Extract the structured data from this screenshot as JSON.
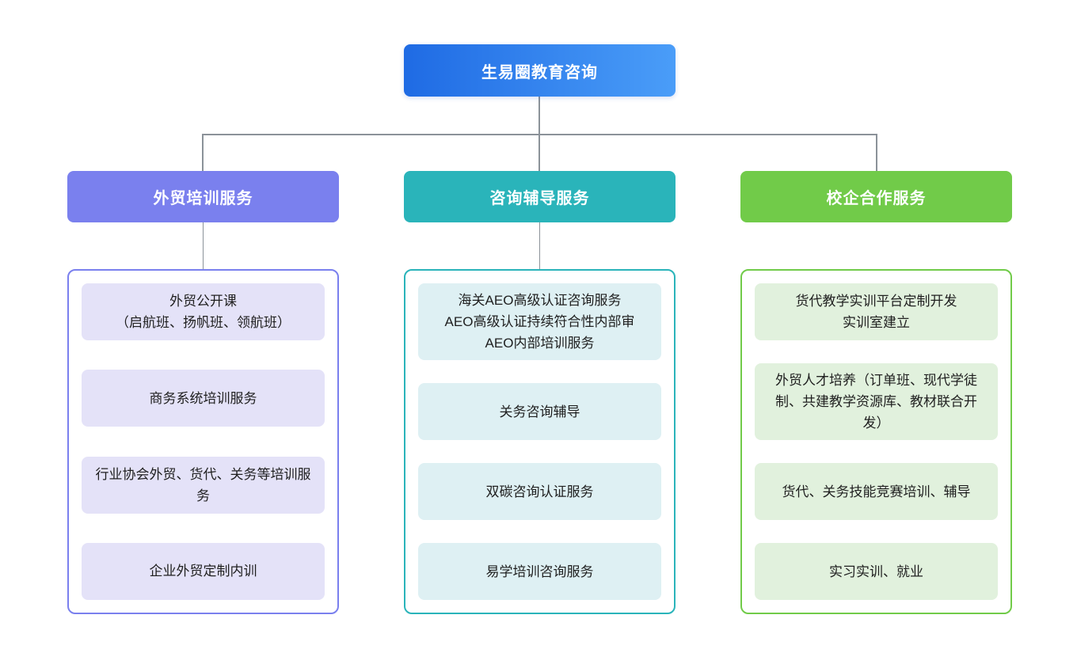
{
  "chart": {
    "type": "org-chart",
    "connector_color": "#8b9299",
    "root": {
      "label": "生易圈教育咨询",
      "color_from": "#1f6be4",
      "color_to": "#4a9df8"
    },
    "branches": [
      {
        "label": "外贸培训服务",
        "accent": "#7a80ee",
        "item_bg": "#e4e2f8",
        "has_drop_line": true,
        "items": [
          "外贸公开课\n（启航班、扬帆班、领航班）",
          "商务系统培训服务",
          "行业协会外贸、货代、关务等培训服务",
          "企业外贸定制内训"
        ]
      },
      {
        "label": "咨询辅导服务",
        "accent": "#2ab4ba",
        "item_bg": "#def0f3",
        "has_drop_line": true,
        "items": [
          "海关AEO高级认证咨询服务\nAEO高级认证持续符合性内部审\nAEO内部培训服务",
          "关务咨询辅导",
          "双碳咨询认证服务",
          "易学培训咨询服务"
        ]
      },
      {
        "label": "校企合作服务",
        "accent": "#71cb49",
        "item_bg": "#e1f1dd",
        "has_drop_line": false,
        "items": [
          "货代教学实训平台定制开发\n实训室建立",
          "外贸人才培养（订单班、现代学徒制、共建教学资源库、教材联合开发）",
          "货代、关务技能竞赛培训、辅导",
          "实习实训、就业"
        ]
      }
    ]
  }
}
